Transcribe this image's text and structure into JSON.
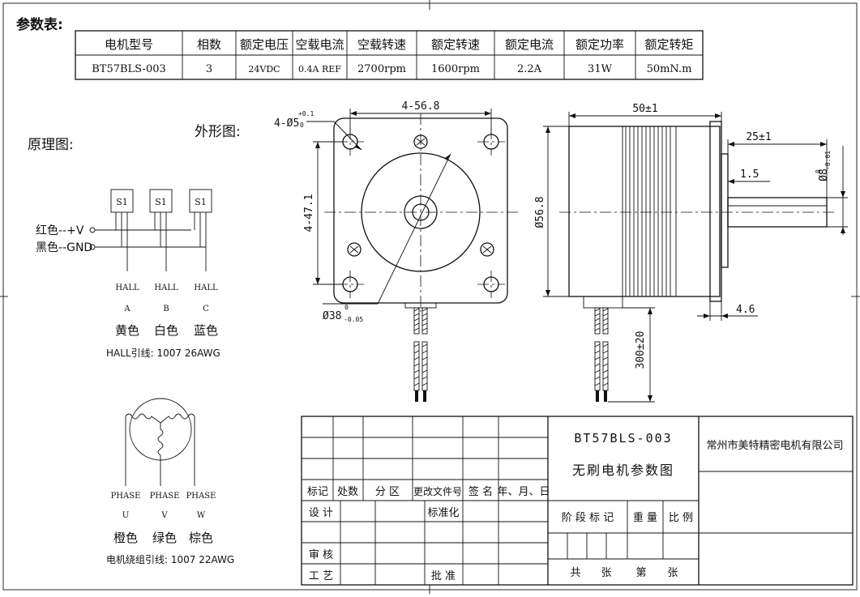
{
  "param_title": "参数表:",
  "param_table": {
    "headers": [
      "电机型号",
      "相数",
      "额定电压",
      "空载电流",
      "空载转速",
      "额定转速",
      "额定电流",
      "额定功率",
      "额定转矩"
    ],
    "values": [
      "BT57BLS-003",
      "3",
      "24VDC",
      "0.4A REF",
      "2700rpm",
      "1600rpm",
      "2.2A",
      "31W",
      "50mN.m"
    ]
  },
  "schematic_title": "原理图:",
  "outline_title": "外形图:",
  "hall": {
    "sensor_label": "S1",
    "red_label": "红色--+V",
    "black_label": "黑色--GND",
    "labels": [
      "HALL",
      "HALL",
      "HALL"
    ],
    "letters": [
      "A",
      "B",
      "C"
    ],
    "colors": [
      "黄色",
      "白色",
      "蓝色"
    ],
    "wire_note": "HALL引线: 1007 26AWG"
  },
  "phase": {
    "labels": [
      "PHASE",
      "PHASE",
      "PHASE"
    ],
    "letters": [
      "U",
      "V",
      "W"
    ],
    "colors": [
      "橙色",
      "绿色",
      "棕色"
    ],
    "wire_note": "电机绕组引线: 1007 22AWG"
  },
  "dims": {
    "holes": "4-Ø5",
    "holes_tol_upper": "+0.1",
    "holes_tol_lower": "0",
    "pitch_top": "4-56.8",
    "pitch_left": "4-47.1",
    "pilot": "Ø38",
    "pilot_tol_upper": "0",
    "pilot_tol_lower": "-0.05",
    "length": "50±1",
    "shaft_len": "25±1",
    "flat": "1.5",
    "shaft_dia": "Ø8",
    "shaft_tol_upper": "0",
    "shaft_tol_lower": "-0.01",
    "body_dia": "Ø56.8",
    "boss": "4.6",
    "lead_len": "300±20"
  },
  "title_block": {
    "model": "BT57BLS-003",
    "drawing_name": "无刷电机参数图",
    "company": "常州市美特精密电机有限公司",
    "rev_headers": [
      "标记",
      "处数",
      "分 区",
      "更改文件号",
      "签 名",
      "年、月、日"
    ],
    "design": "设 计",
    "standard": "标准化",
    "check": "审 核",
    "process": "工 艺",
    "approve": "批 准",
    "stage": "阶 段 标 记",
    "weight": "重 量",
    "scale": "比 例",
    "sheets": [
      "共",
      "张",
      "第",
      "张"
    ]
  }
}
